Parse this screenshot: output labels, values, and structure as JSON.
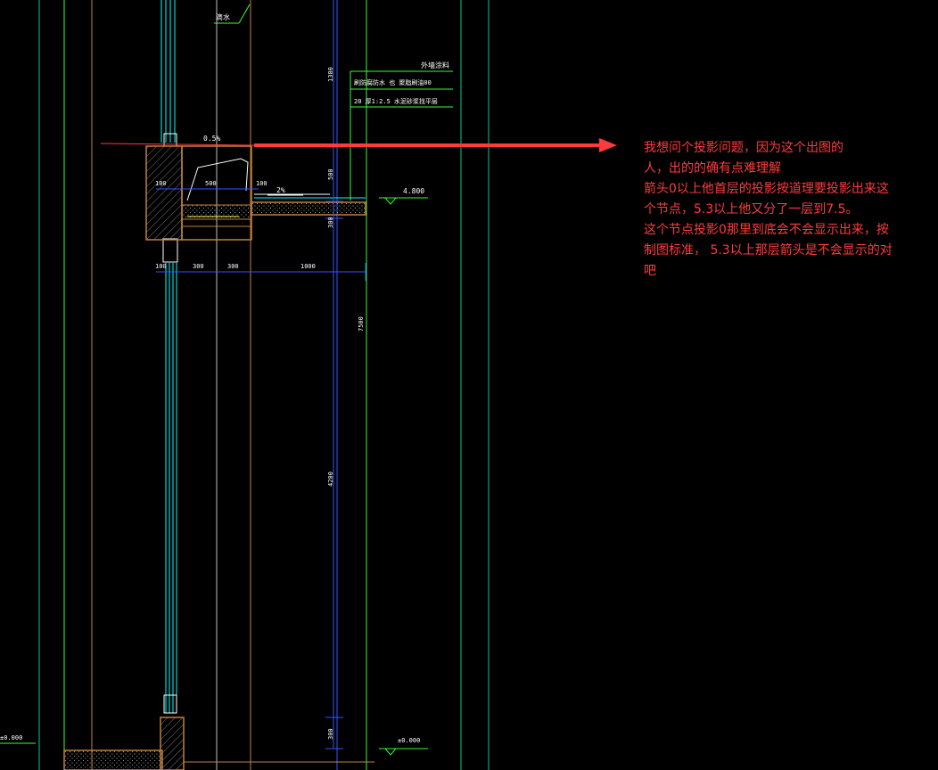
{
  "drawing": {
    "labels": {
      "drip": "滴水",
      "exterior_paint": "外墙涂料",
      "waterproof_layer": "刷防腐防水 也 聚脂刷油00",
      "mortar": "20 厚1:2.5 水泥砂浆找平层",
      "slope_top": "0.5%",
      "slope_slab": "2%",
      "elevation_slab": "4.800",
      "elevation_ground_right": "±0.000",
      "elevation_ground_left": "±0.000"
    },
    "dims": {
      "d1300": "1300",
      "d500v": "500",
      "d300v_top": "300",
      "d500h": "500",
      "d100_left": "100",
      "d100_right": "100",
      "d100_bottom": "100",
      "d300_a": "300",
      "d300_b": "300",
      "d1000": "1000",
      "d7500": "7500",
      "d4200": "4200",
      "d300v_bottom": "300"
    }
  },
  "annotation": {
    "color": "#ff3b3b",
    "lines": [
      "我想问个投影问题，因为这个出图的",
      "人，出的的确有点难理解",
      "箭头0以上他首层的投影按道理要投影出来这",
      "个节点，5.3以上他又分了一层到7.5。",
      "这个节点投影0那里到底会不会显示出来，按",
      "制图标准，  5.3以上那层箭头是不会显示的对",
      "吧"
    ]
  }
}
